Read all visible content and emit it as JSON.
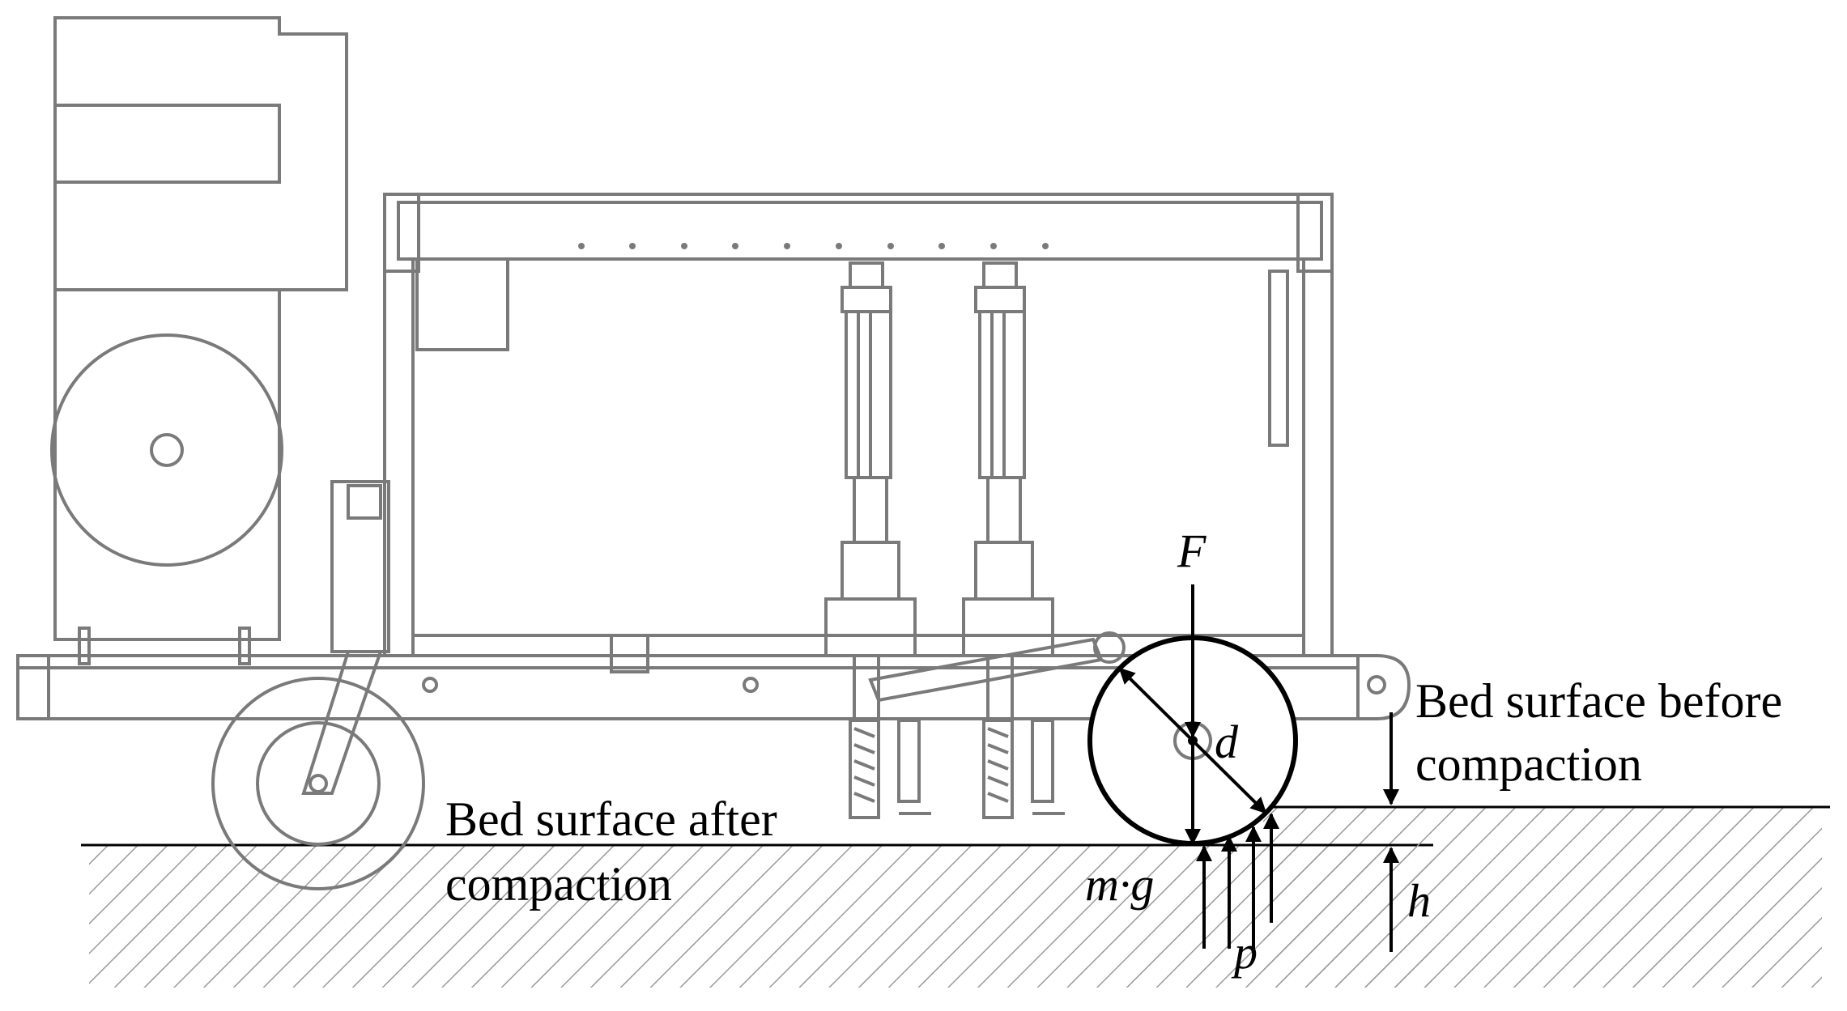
{
  "labels": {
    "force": "F",
    "diameter": "d",
    "weight": "m·g",
    "pressure": "p",
    "sinkage": "h",
    "bed_before_line1": "Bed surface before",
    "bed_before_line2": "compaction",
    "bed_after_line1": "Bed surface after",
    "bed_after_line2": "compaction"
  },
  "colors": {
    "machine_stroke": "#7a7a7a",
    "force_stroke": "#000000",
    "hatch": "#9a9a9a",
    "background": "#ffffff"
  }
}
